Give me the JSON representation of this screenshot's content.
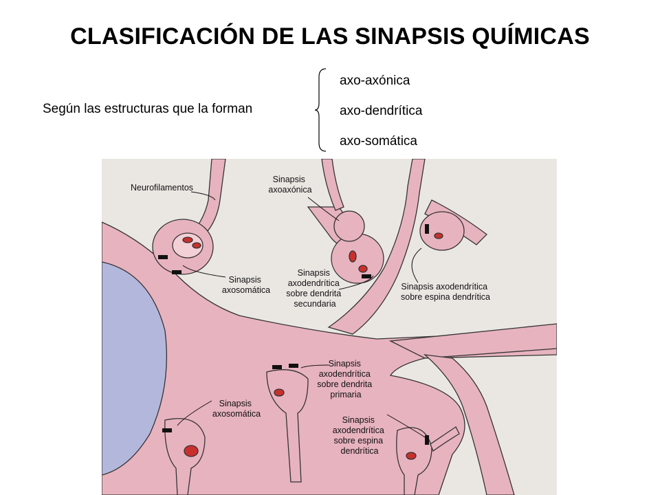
{
  "slide": {
    "title": "CLASIFICACIÓN DE LAS SINAPSIS QUÍMICAS",
    "criterion": "Según las estructuras que la forman",
    "types": [
      "axo-axónica",
      "axo-dendrítica",
      "axo-somática"
    ]
  },
  "figure": {
    "labels": {
      "neurofilamentos": [
        "Neurofilamentos"
      ],
      "axoaxonica": [
        "Sinapsis",
        "axoaxónica"
      ],
      "axosomatica_top": [
        "Sinapsis",
        "axosomática"
      ],
      "axodendritica_secundaria": [
        "Sinapsis",
        "axodendrítica",
        "sobre dendrita",
        "secundaria"
      ],
      "axodendritica_espina_top": [
        "Sinapsis axodendrítica",
        "sobre espina dendrítica"
      ],
      "axodendritica_primaria": [
        "Sinapsis",
        "axodendrítica",
        "sobre dendrita",
        "primaria"
      ],
      "axosomatica_bottom": [
        "Sinapsis",
        "axosomática"
      ],
      "axodendritica_espina_bottom": [
        "Sinapsis",
        "axodendrítica",
        "sobre espina",
        "dendrítica"
      ]
    },
    "colors": {
      "background": "#eae7e3",
      "tissue": "#e7b3bf",
      "nucleus": "#b4b7dc",
      "mitochondria": "#c9302c",
      "outline": "#333333"
    }
  }
}
